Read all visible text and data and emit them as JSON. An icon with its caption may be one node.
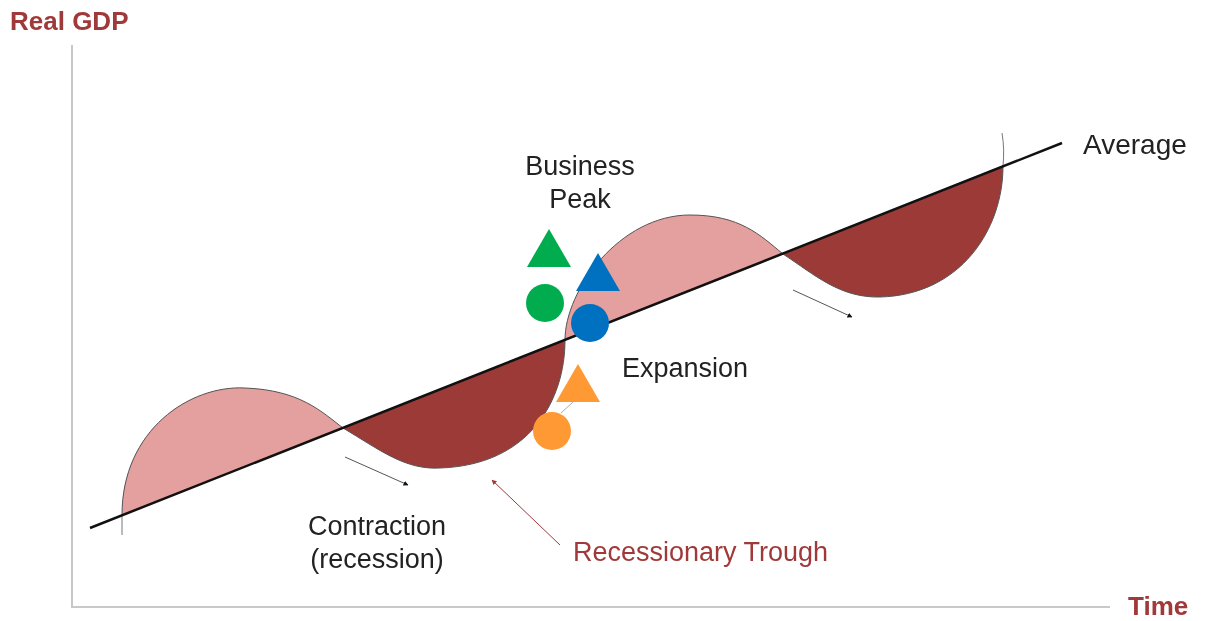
{
  "diagram": {
    "nodes": [
      {
        "text": [
          "Recessionary Trough"
        ]
      },
      {
        "text": [],
        "shape": "triangle"
      },
      {
        "text": [],
        "shape": "circle"
      }
    ],
    "edges": [
      {
        "from": 0,
        "to": null,
        "arrow": "to"
      },
      {
        "from": 1,
        "to": 2,
        "arrow": "none",
        "color": "#aaaaaa"
      }
    ],
    "labels": [
      "Real GDP",
      "Average",
      "Business Peak",
      "Expansion",
      "Contraction (recession)",
      "Time"
    ]
  }
}
